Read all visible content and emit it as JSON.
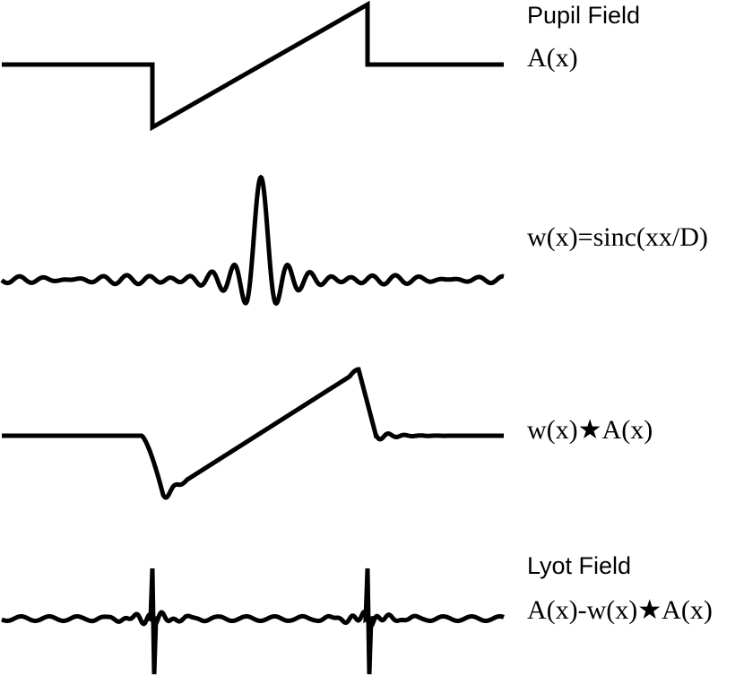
{
  "labels": {
    "pupil_title": "Pupil Field",
    "pupil_formula": "A(x)",
    "window_formula": "w(x)=sinc(xx/D)",
    "convolution_formula": "w(x)★A(x)",
    "lyot_title": "Lyot Field",
    "lyot_formula": "A(x)-w(x)★A(x)"
  },
  "colors": {
    "stroke": "#000000",
    "background": "#ffffff"
  }
}
